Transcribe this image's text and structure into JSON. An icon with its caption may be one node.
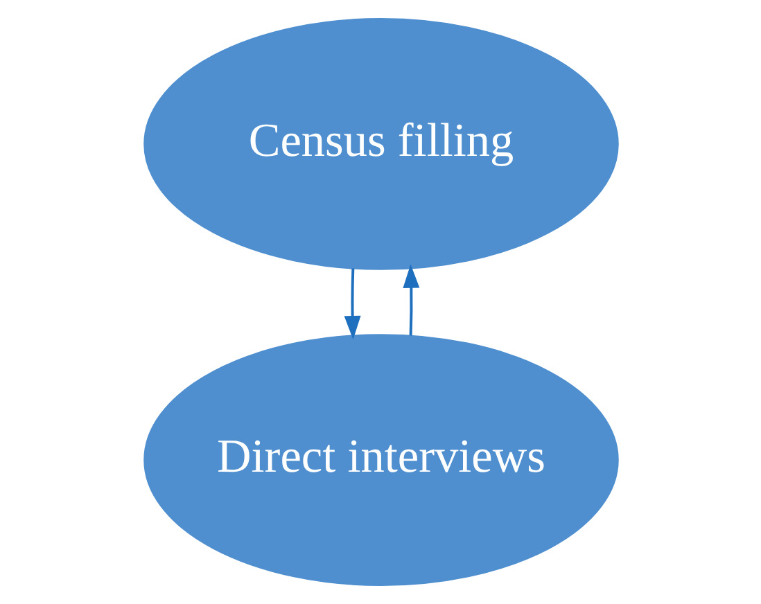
{
  "diagram": {
    "nodes": [
      {
        "text": [
          "Census filling"
        ]
      },
      {
        "text": [
          "Direct interviews"
        ]
      }
    ],
    "edges": [
      {
        "from": 0,
        "to": 1,
        "arrow": "to"
      },
      {
        "from": 1,
        "to": 0,
        "arrow": "to"
      }
    ]
  }
}
